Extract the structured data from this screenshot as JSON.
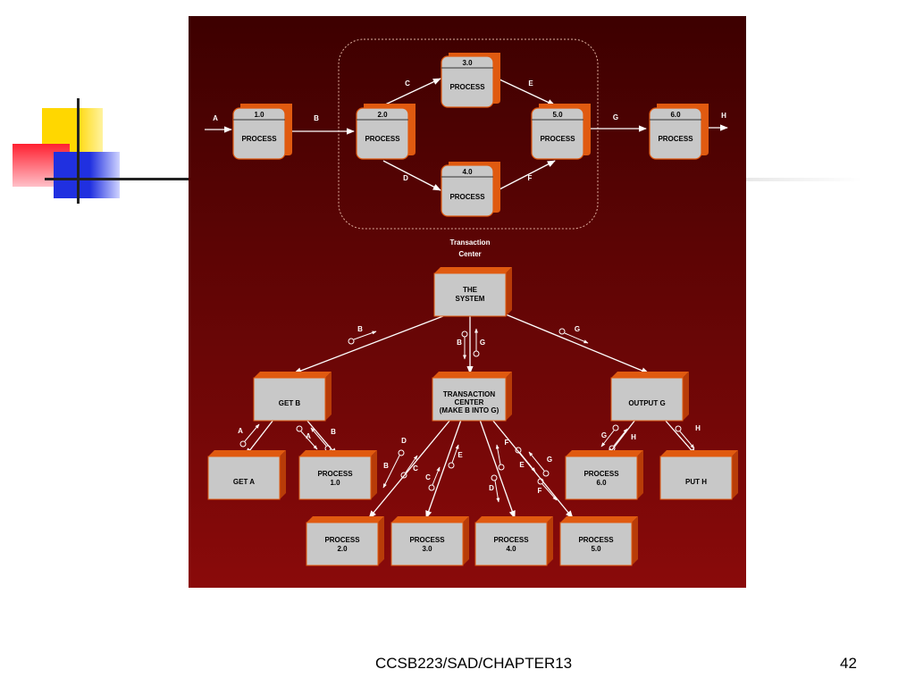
{
  "slide": {
    "footer_text": "CCSB223/SAD/CHAPTER13",
    "page_number": "42"
  },
  "dfd": {
    "flows": {
      "a": "A",
      "b": "B",
      "c": "C",
      "d": "D",
      "e": "E",
      "f": "F",
      "g": "G",
      "h": "H"
    },
    "process_num": {
      "p1": "1.0",
      "p2": "2.0",
      "p3": "3.0",
      "p4": "4.0",
      "p5": "5.0",
      "p6": "6.0"
    },
    "process_label": "PROCESS",
    "transaction_center_label_line1": "Transaction",
    "transaction_center_label_line2": "Center"
  },
  "structure_chart": {
    "system_line1": "THE",
    "system_line2": "SYSTEM",
    "get_b": "GET B",
    "tc_line1": "TRANSACTION",
    "tc_line2": "CENTER",
    "tc_line3": "(MAKE B INTO G)",
    "output_g": "OUTPUT G",
    "get_a": "GET A",
    "put_h": "PUT H",
    "process_label": "PROCESS",
    "p1_num": "1.0",
    "p2_num": "2.0",
    "p3_num": "3.0",
    "p4_num": "4.0",
    "p5_num": "5.0",
    "p6_num": "6.0"
  },
  "colors": {
    "panel_top": "#3d0000",
    "panel_bottom": "#8a0a0a",
    "box_fill": "#c8c8c8",
    "box_edge": "#e05a10"
  }
}
